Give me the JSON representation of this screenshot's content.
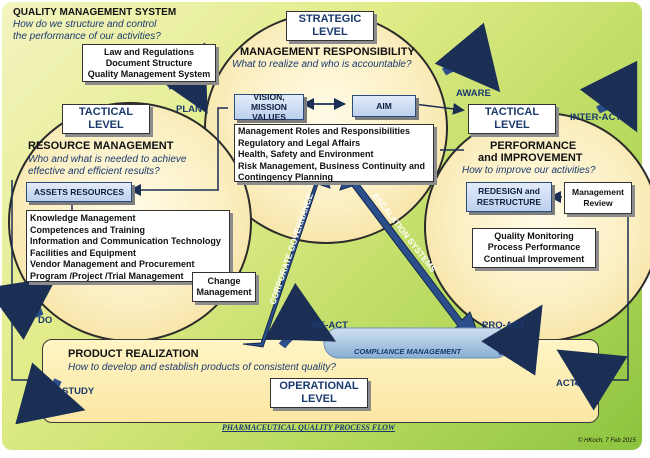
{
  "system": {
    "title": "QUALITY MANAGEMENT SYSTEM",
    "subtitle_line1": "How do we structure and control",
    "subtitle_line2": "the performance of our activities?"
  },
  "laws_box": [
    "Law and Regulations",
    "Document Structure",
    "Quality Management System"
  ],
  "strategic": {
    "level_line1": "STRATEGIC",
    "level_line2": "LEVEL",
    "heading": "MANAGEMENT RESPONSIBILITY",
    "question": "What to realize and who is accountable?",
    "vision_line1": "VISION, MISSION",
    "vision_line2": "VALUES",
    "aim": "AIM",
    "roles": [
      "Management Roles and Responsibilities",
      "Regulatory and Legal Affairs",
      "Health, Safety and Environment",
      "Risk Management, Business Continuity and",
      "Contingency Planning"
    ]
  },
  "tactical_left": {
    "level_line1": "TACTICAL",
    "level_line2": "LEVEL",
    "heading": "RESOURCE MANAGEMENT",
    "question_line1": "Who and what  is needed to achieve",
    "question_line2": "effective and efficient results?",
    "assets": "ASSETS RESOURCES",
    "knowledge": [
      "Knowledge Management",
      "Competences and Training",
      "Information and Communication Technology",
      "Facilities and Equipment",
      "Vendor Management and Procurement",
      "Program /Project /Trial Management"
    ],
    "change_line1": "Change",
    "change_line2": "Management"
  },
  "tactical_right": {
    "level_line1": "TACTICAL",
    "level_line2": "LEVEL",
    "heading_line1": "PERFORMANCE",
    "heading_line2": "and IMPROVEMENT",
    "question": "How to improve our activities?",
    "redesign_line1": "REDESIGN and",
    "redesign_line2": "RESTRUCTURE",
    "review_line1": "Management",
    "review_line2": "Review",
    "monitoring": [
      "Quality Monitoring",
      "Process Performance",
      "Continual Improvement"
    ]
  },
  "operational": {
    "heading": "PRODUCT REALIZATION",
    "question": "How to develop and establish  products of consistent quality?",
    "level_line1": "OPERATIONAL",
    "level_line2": "LEVEL"
  },
  "cycle_labels": {
    "plan": "PLAN",
    "aware": "AWARE",
    "inter_act": "INTER-ACT",
    "do": "DO",
    "study": "STUDY",
    "act": "ACT",
    "re_act": "RE-ACT",
    "pro_act": "PRO-ACT"
  },
  "arrows": {
    "corporate_governance": "CORPORATE GOVERNANCE",
    "escalation_systems": "ESCALATION SYSTEMS",
    "compliance": "COMPLIANCE MANAGEMENT"
  },
  "footer": {
    "flow_title": "PHARMACEUTICAL QUALITY PROCESS FLOW",
    "copyright": "© HKoch, 7 Feb 2015"
  },
  "colors": {
    "navy": "#1f3b6f",
    "arrow_blue": "#2c4f8c",
    "green_bg": "#a9d157",
    "circle_fill": "#fbeec0"
  }
}
